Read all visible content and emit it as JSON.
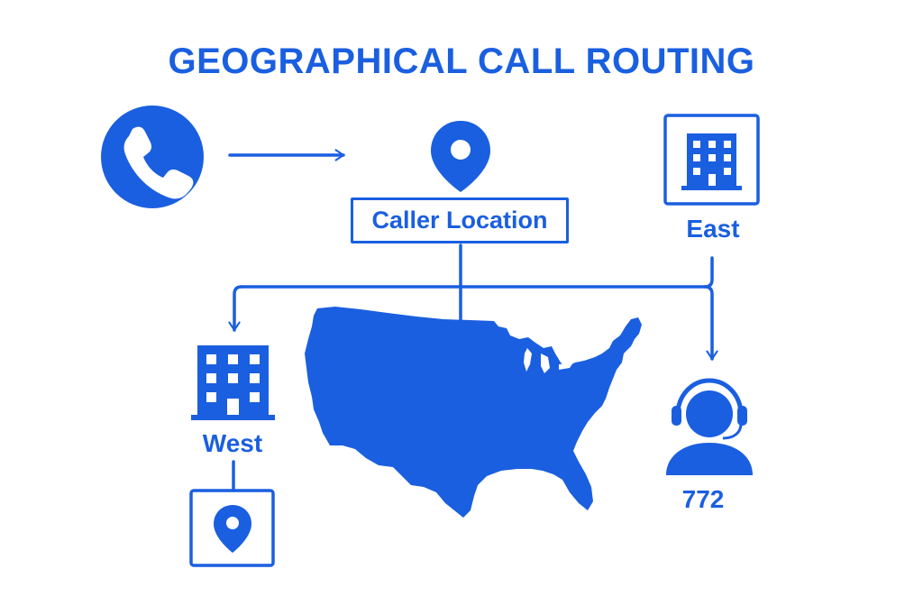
{
  "title": "GEOGRAPHICAL CALL ROUTING",
  "nodes": {
    "caller_location": "Caller Location",
    "east": "East",
    "west": "West",
    "agent_number": "772"
  },
  "icons": {
    "caller": "phone-icon",
    "location": "map-pin-icon",
    "east_office": "office-building-icon",
    "west_office": "office-building-icon",
    "west_location": "map-pin-icon",
    "agent": "headset-agent-icon",
    "map": "usa-map"
  },
  "colors": {
    "primary": "#1a5fe0",
    "background": "#ffffff"
  }
}
